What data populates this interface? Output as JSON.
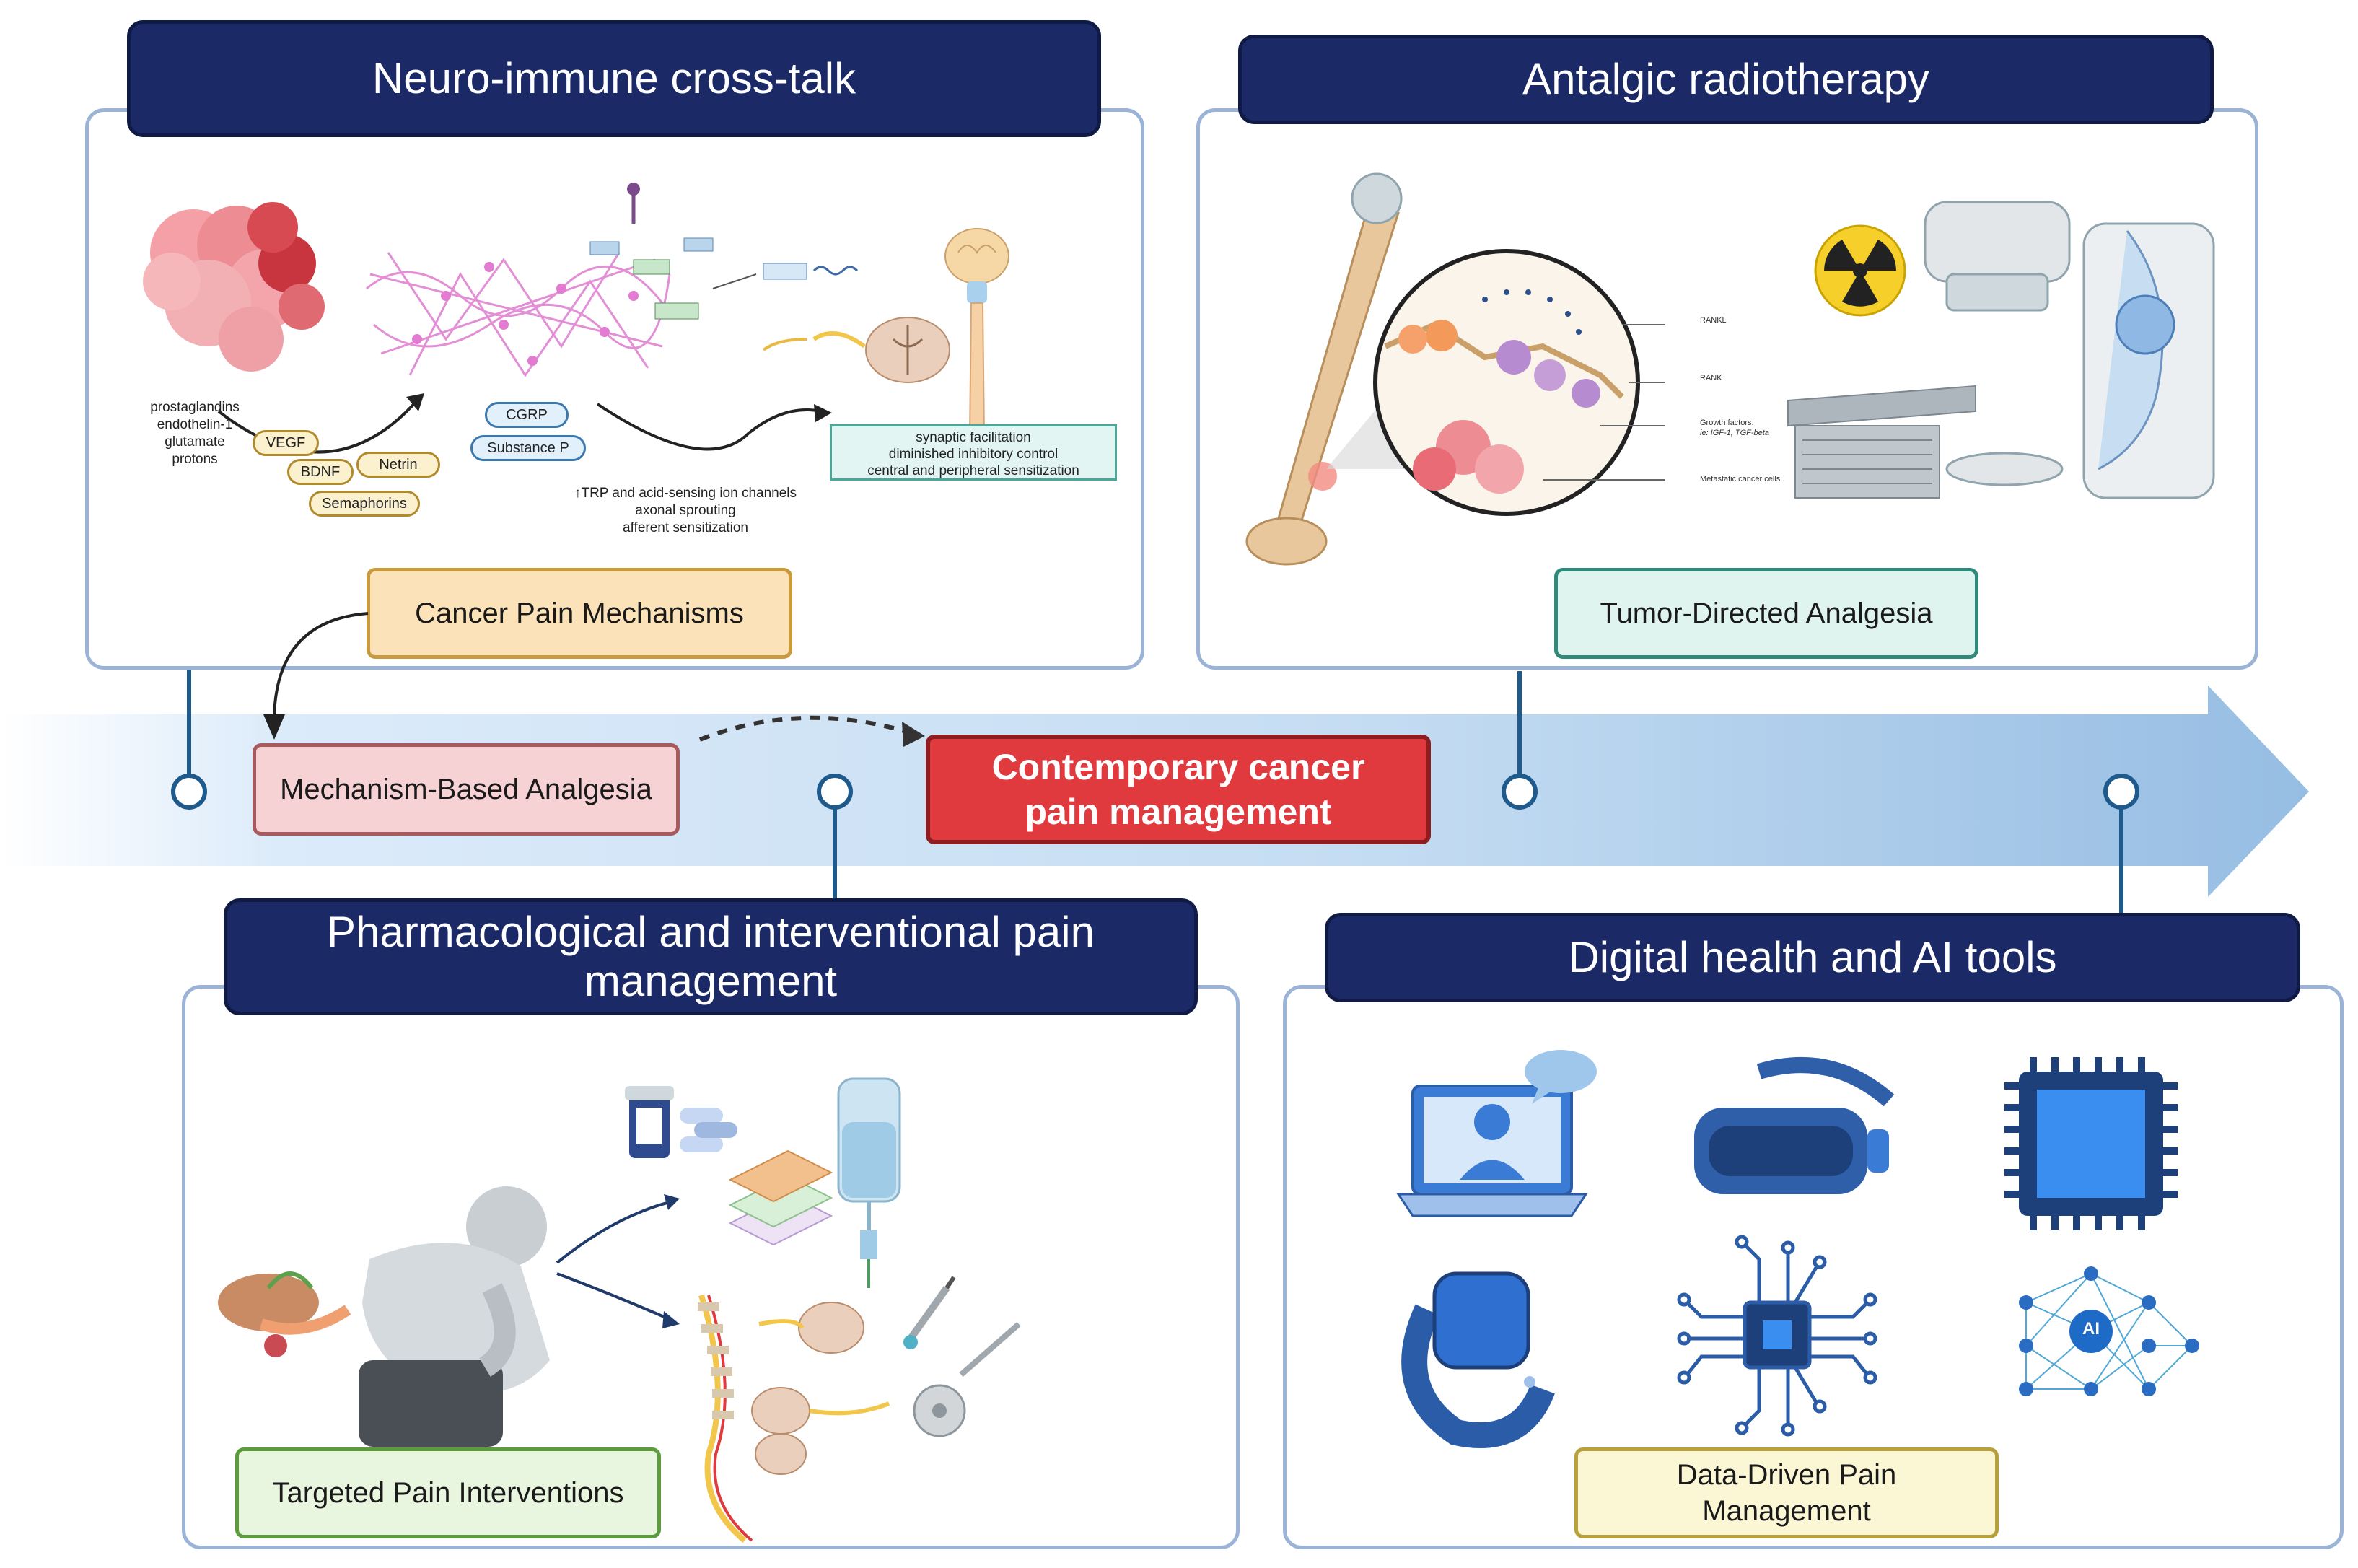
{
  "panels": {
    "neuro": {
      "title": "Neuro-immune cross-talk",
      "label": "Cancer Pain Mechanisms",
      "mediators": [
        "prostaglandins",
        "endothelin-1",
        "glutamate",
        "protons"
      ],
      "pills_yellow": [
        "VEGF",
        "BDNF",
        "Netrin",
        "Semaphorins"
      ],
      "pills_blue": [
        "CGRP",
        "Substance P"
      ],
      "channels": [
        "↑TRP and acid-sensing ion channels",
        "axonal sprouting",
        "afferent sensitization"
      ],
      "sensitization": [
        "synaptic facilitation",
        "diminished inhibitory control",
        "central and peripheral sensitization"
      ]
    },
    "radio": {
      "title": "Antalgic radiotherapy",
      "label": "Tumor-Directed Analgesia",
      "callouts": [
        "RANKL",
        "RANK",
        "Growth factors:",
        "ie: IGF-1, TGF-beta",
        "Metastatic cancer cells"
      ]
    },
    "pharma": {
      "title": "Pharmacological and interventional pain management",
      "label": "Targeted Pain Interventions"
    },
    "digital": {
      "title": "Digital health and AI tools",
      "label": "Data-Driven Pain Management",
      "chip_text": "AI"
    }
  },
  "timeline": {
    "mechanism_label": "Mechanism-Based Analgesia",
    "center_label": "Contemporary cancer pain management"
  },
  "colors": {
    "header_bg": "#1b2a66",
    "panel_border": "#9ab3d6",
    "center_red": "#e0393e",
    "arrow_blue": "#a9c9e8"
  }
}
